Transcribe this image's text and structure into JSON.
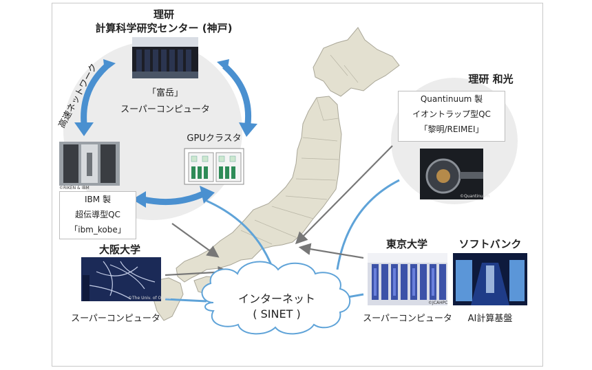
{
  "riken_kobe": {
    "title_line1": "理研",
    "title_line2": "計算科学研究センター (神戸)",
    "fugaku_label": "「富岳」",
    "fugaku_sub": "スーパーコンピュータ",
    "gpu_label": "GPUクラスタ",
    "network_label": "高速ネットワーク",
    "ibm_credit": "©RIKEN & IBM",
    "ibm_line1": "IBM 製",
    "ibm_line2": "超伝導型QC",
    "ibm_line3": "「ibm_kobe」"
  },
  "riken_wako": {
    "title": "理研 和光",
    "line1": "Quantinuum 製",
    "line2": "イオントラップ型QC",
    "line3": "「黎明/REIMEI」",
    "credit": "©Quantinuum"
  },
  "osaka": {
    "title": "大阪大学",
    "credit": "©The Univ. of Osaka",
    "label": "スーパーコンピュータ"
  },
  "tokyo": {
    "title": "東京大学",
    "credit": "©JCAHPC",
    "label": "スーパーコンピュータ"
  },
  "softbank": {
    "title": "ソフトバンク",
    "label": "AI計算基盤"
  },
  "internet": {
    "line1": "インターネット",
    "line2": "( SINET )"
  },
  "colors": {
    "blue_arrow": "#4a90d0",
    "network_line": "#5fa3d8",
    "map_fill": "#e3e0d0",
    "circle_fill": "#ececec"
  }
}
